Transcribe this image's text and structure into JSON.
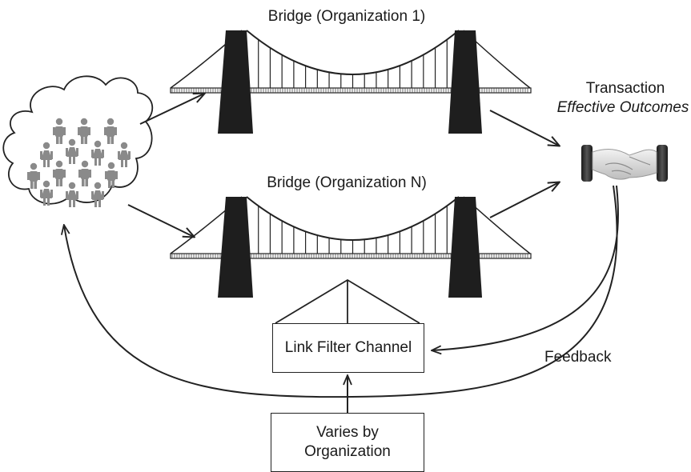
{
  "bridges": [
    {
      "label": "Bridge (Organization 1)"
    },
    {
      "label": "Bridge (Organization N)"
    }
  ],
  "transaction": {
    "title": "Transaction",
    "subtitle": "Effective Outcomes"
  },
  "link_filter": {
    "label": "Link Filter Channel"
  },
  "varies": {
    "line1": "Varies by",
    "line2": "Organization"
  },
  "feedback": {
    "label": "Feedback"
  },
  "icons": {
    "crowd": "people-crowd-icon",
    "handshake": "handshake-icon"
  },
  "colors": {
    "tower": "#1e1e1e",
    "people": "#8a8a8a",
    "line": "#222222"
  }
}
